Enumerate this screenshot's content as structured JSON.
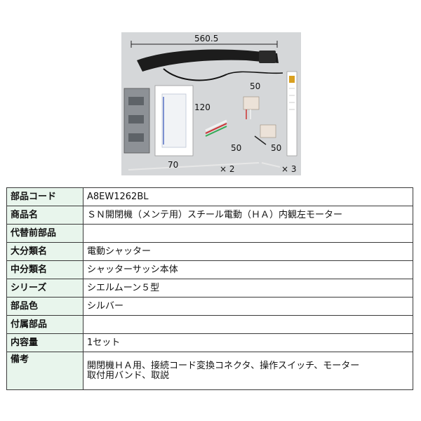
{
  "figure": {
    "dimensions": {
      "overall_length": "560.5",
      "switch_height": "120",
      "switch_width": "70",
      "connector_a": "50",
      "connector_b": "50",
      "connector_c": "50"
    },
    "quantities": {
      "tie_count": "× 2",
      "band_count": "× 3"
    }
  },
  "spec_rows": [
    {
      "label": "部品コード",
      "value": "A8EW1262BL"
    },
    {
      "label": "商品名",
      "value": "ＳＮ開閉機（メンテ用）スチール電動（ＨＡ）内観左モーター"
    },
    {
      "label": "代替前部品",
      "value": ""
    },
    {
      "label": "大分類名",
      "value": "電動シャッター"
    },
    {
      "label": "中分類名",
      "value": "シャッターサッシ本体"
    },
    {
      "label": "シリーズ",
      "value": "シエルムーン５型"
    },
    {
      "label": "部品色",
      "value": "シルバー"
    },
    {
      "label": "付属部品",
      "value": ""
    },
    {
      "label": "内容量",
      "value": "1セット"
    }
  ],
  "notes": {
    "label": "備考",
    "lines": [
      "開閉機ＨＡ用、接続コード変換コネクタ、操作スイッチ、モーター",
      "取付用バンド、取説"
    ]
  }
}
